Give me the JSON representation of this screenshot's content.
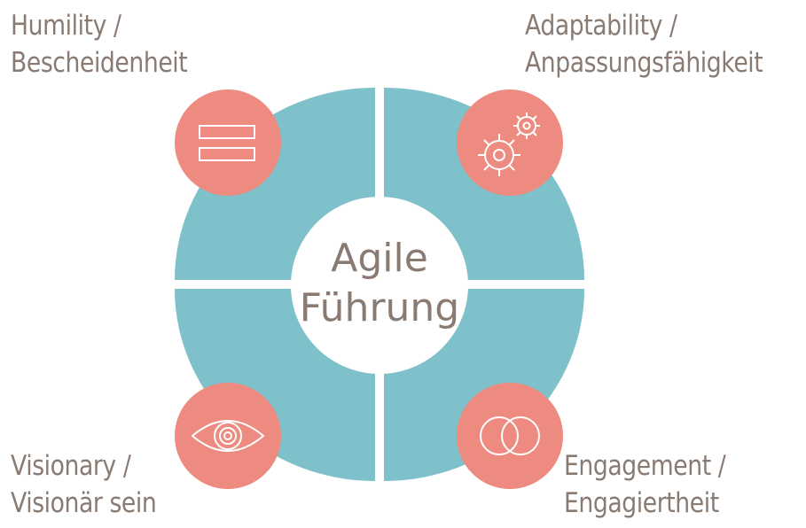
{
  "center": {
    "line1": "Agile",
    "line2": "Führung"
  },
  "quadrants": {
    "top_left": {
      "line1": "Humility /",
      "line2": "Bescheidenheit",
      "icon": "double-bar-icon"
    },
    "top_right": {
      "line1": "Adaptability /",
      "line2": "Anpassungsfähigkeit",
      "icon": "gears-icon"
    },
    "bottom_left": {
      "line1": "Visionary /",
      "line2": "Visionär sein",
      "icon": "eye-icon"
    },
    "bottom_right": {
      "line1": "Engagement /",
      "line2": "Engagiertheit",
      "icon": "overlapping-circles-icon"
    }
  },
  "colors": {
    "ring": "#7fc1ca",
    "badge": "#ee8b80",
    "text": "#8a7b72",
    "background": "#ffffff"
  }
}
